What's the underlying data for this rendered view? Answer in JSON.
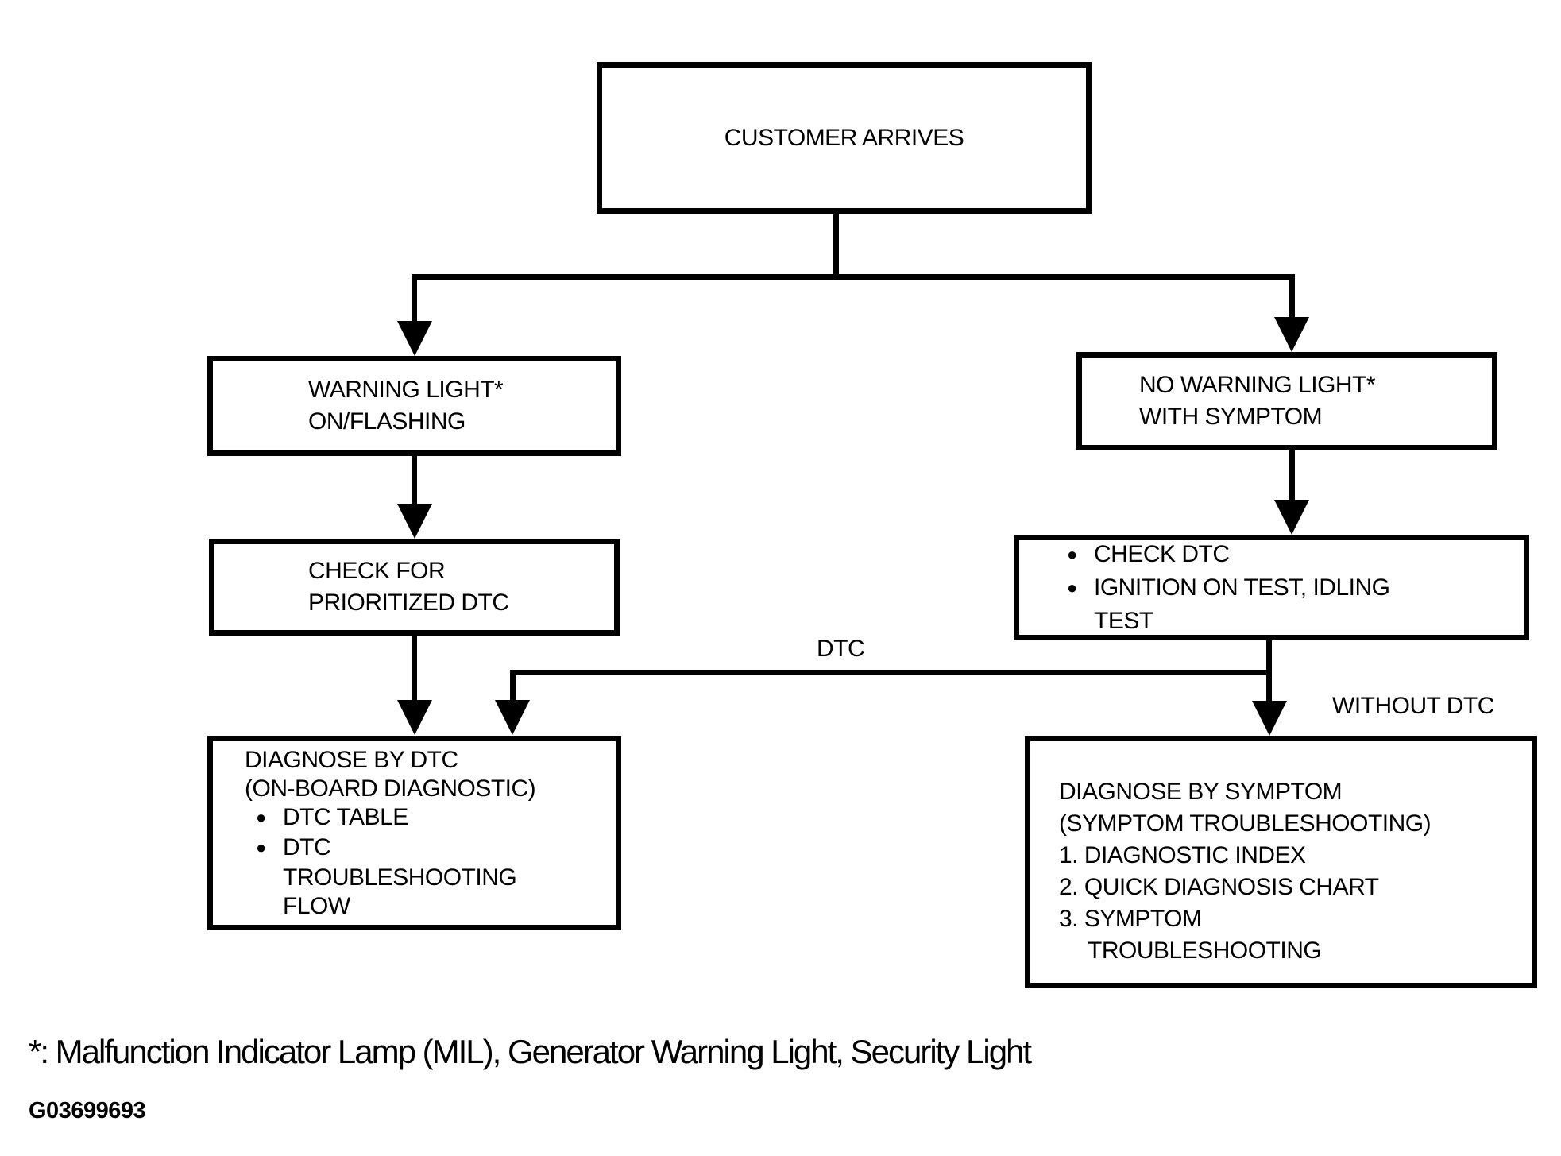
{
  "bullet_char": "●",
  "colors": {
    "ink": "#000000",
    "paper": "#ffffff"
  },
  "nodes": {
    "customer": {
      "label": "CUSTOMER ARRIVES"
    },
    "warning": {
      "lines": [
        "WARNING LIGHT*",
        "ON/FLASHING"
      ]
    },
    "no_warning": {
      "lines": [
        "NO WARNING LIGHT*",
        "WITH SYMPTOM"
      ]
    },
    "check_prioritized": {
      "lines": [
        "CHECK FOR",
        "PRIORITIZED DTC"
      ]
    },
    "check_dtc": {
      "lines": [
        "CHECK DTC",
        "IGNITION ON TEST, IDLING",
        "TEST"
      ]
    },
    "diagnose_dtc": {
      "lines": [
        "DIAGNOSE BY DTC",
        "(ON-BOARD DIAGNOSTIC)",
        "DTC TABLE",
        "DTC",
        "TROUBLESHOOTING",
        "FLOW"
      ]
    },
    "diagnose_symptom": {
      "lines": [
        "DIAGNOSE BY SYMPTOM",
        "(SYMPTOM TROUBLESHOOTING)",
        "1. DIAGNOSTIC INDEX",
        "2. QUICK DIAGNOSIS CHART",
        "3. SYMPTOM",
        "TROUBLESHOOTING"
      ]
    }
  },
  "edge_labels": {
    "dtc": "DTC",
    "without_dtc": "WITHOUT DTC"
  },
  "footnote": "*: Malfunction Indicator Lamp (MIL), Generator Warning Light, Security Light",
  "figure_code": "G03699693"
}
